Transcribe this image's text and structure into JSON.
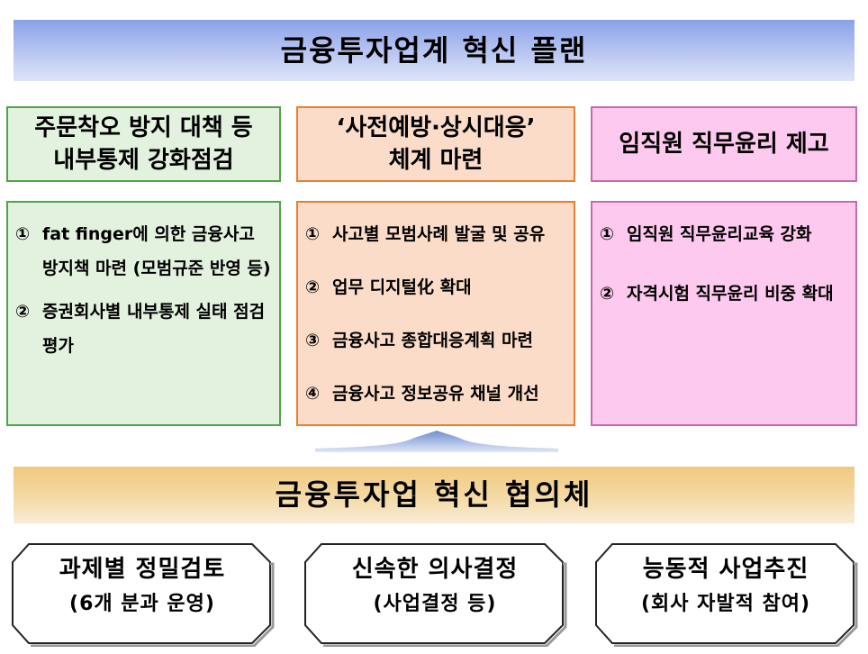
{
  "title": "금융투자업계 혁신 플랜",
  "columns": [
    {
      "heading_lines": [
        "주문착오 방지 대책 등",
        "내부통제 강화점검"
      ],
      "color": "#e3f1df",
      "border": "#4fa34a",
      "items": [
        {
          "num": "①",
          "text": "fat finger에 의한 금융사고 방지책 마련 (모범규준 반영 등)"
        },
        {
          "num": "②",
          "text": "증권회사별 내부통제 실태 점검평가"
        }
      ]
    },
    {
      "heading_lines": [
        "‘사전예방·상시대응’",
        "체계 마련"
      ],
      "color": "#fbdcc8",
      "border": "#e6802f",
      "items": [
        {
          "num": "①",
          "text": "사고별 모범사례 발굴 및 공유"
        },
        {
          "num": "②",
          "text": "업무 디지털化 확대"
        },
        {
          "num": "③",
          "text": "금융사고 종합대응계획 마련"
        },
        {
          "num": "④",
          "text": "금융사고 정보공유 채널 개선"
        }
      ]
    },
    {
      "heading_lines": [
        "임직원 직무윤리 제고"
      ],
      "color": "#fdc9ee",
      "border": "#c46bac",
      "items": [
        {
          "num": "①",
          "text": "임직원 직무윤리교육 강화"
        },
        {
          "num": "②",
          "text": "자격시험 직무윤리 비중 확대"
        }
      ]
    }
  ],
  "council": "금융투자업 혁신 협의체",
  "features": [
    {
      "line1": "과제별 정밀검토",
      "line2": "(6개 분과 운영)"
    },
    {
      "line1": "신속한 의사결정",
      "line2": "(사업결정 등)"
    },
    {
      "line1": "능동적 사업추진",
      "line2": "(회사 자발적 참여)"
    }
  ],
  "colors": {
    "top_banner": "#8aa1e8",
    "bottom_banner": "#f0c97e"
  }
}
